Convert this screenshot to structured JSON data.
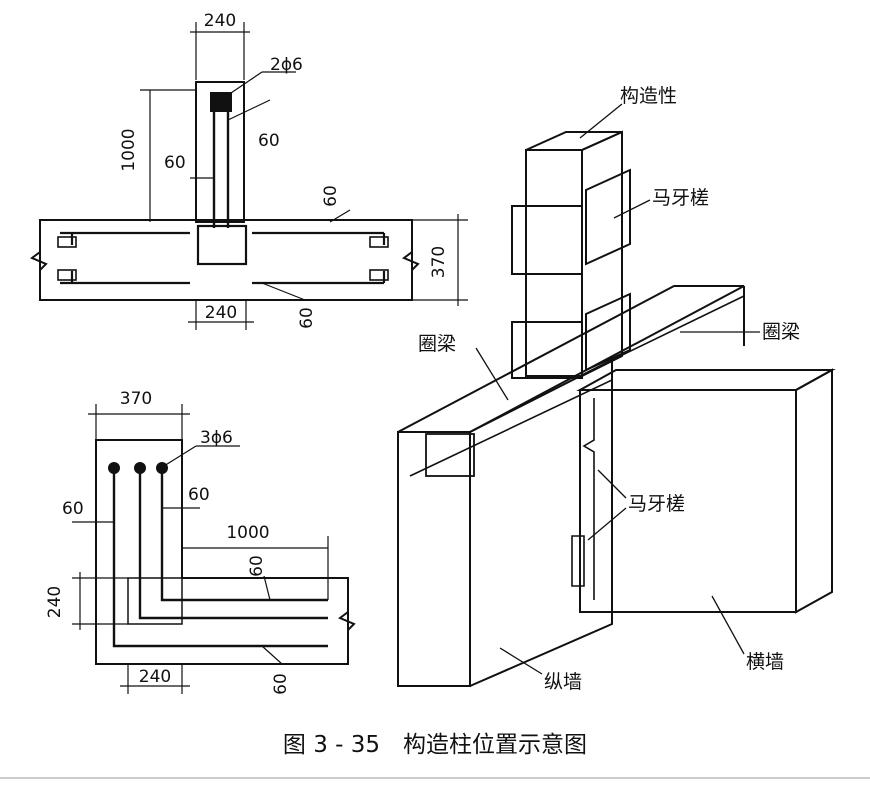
{
  "caption": "图 3 - 35　构造柱位置示意图",
  "top_plan": {
    "width_top": "240",
    "bars": "2ϕ6",
    "length": "1000",
    "cover_left": "60",
    "cover_right": "60",
    "cover_wall": "60",
    "wall_thickness": "370",
    "width_bottom": "240",
    "cover_bottom": "60"
  },
  "corner_plan": {
    "width_top": "370",
    "bars": "3ϕ6",
    "cover_left": "60",
    "cover_right": "60",
    "length": "1000",
    "cover_leg": "60",
    "height_left": "240",
    "width_bottom": "240",
    "cover_bottom": "60"
  },
  "iso": {
    "column": "构造性",
    "toothing_top": "马牙槎",
    "ring_beam_left": "圈梁",
    "ring_beam_right": "圈梁",
    "toothing_mid": "马牙槎",
    "long_wall": "纵墙",
    "cross_wall": "横墙"
  },
  "colors": {
    "ink": "#111111",
    "paper": "#ffffff"
  }
}
